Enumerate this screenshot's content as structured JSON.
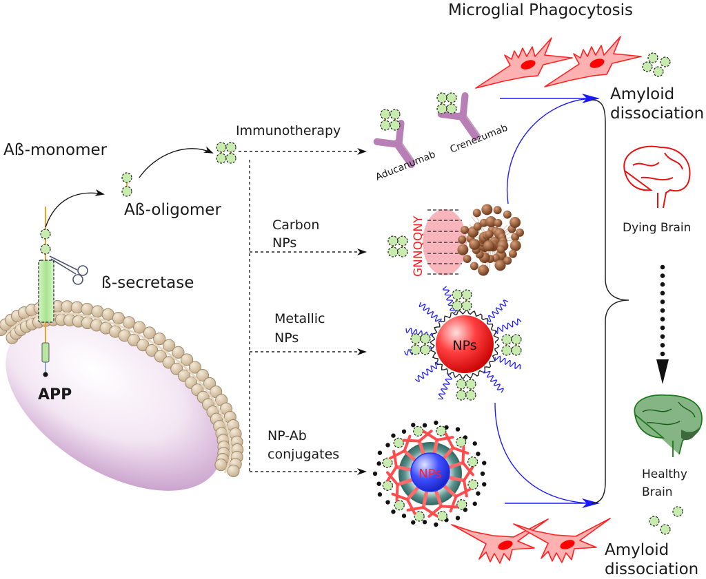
{
  "figure": {
    "title": "Microglial Phagocytosis",
    "labels": {
      "monomer": "Aß-monomer",
      "oligomer": "Aß-oligomer",
      "secretase": "ß-secretase",
      "app": "APP",
      "immunotherapy": "Immunotherapy",
      "carbon_line1": "Carbon",
      "carbon_line2": "NPs",
      "metallic_line1": "Metallic",
      "metallic_line2": "NPs",
      "npab_line1": "NP-Ab",
      "npab_line2": "conjugates",
      "aducanumab": "Aducanumab",
      "crenezumab": "Crenezumab",
      "peptide": "GNNQQNY",
      "nps_metallic": "NPs",
      "nps_conjugate": "NPs",
      "amyloid_top_line1": "Amyloid",
      "amyloid_top_line2": "dissociation",
      "amyloid_bottom_line1": "Amyloid",
      "amyloid_bottom_line2": "dissociation",
      "dying_brain": "Dying Brain",
      "healthy_line1": "Healthy",
      "healthy_line2": "Brain"
    },
    "colors": {
      "amyloid_green": "#c8ecb0",
      "linker_orange": "#f0a020",
      "antibody_purple": "#b77fb5",
      "microglia_red": "#ff3030",
      "microglia_fill": "#ffb0b0",
      "arrow_blue": "#1a1aff",
      "np_red": "#e51e1e",
      "np_blue": "#2a3cf0",
      "shell_teal": "#3d7a76",
      "fullerene_brown": "#8a5230",
      "dying_brain_red": "#e81010",
      "healthy_brain_green": "#6fa46f",
      "vesicle_purple": "#c9a3cc",
      "membrane_tan": "#dcc7a8"
    }
  }
}
